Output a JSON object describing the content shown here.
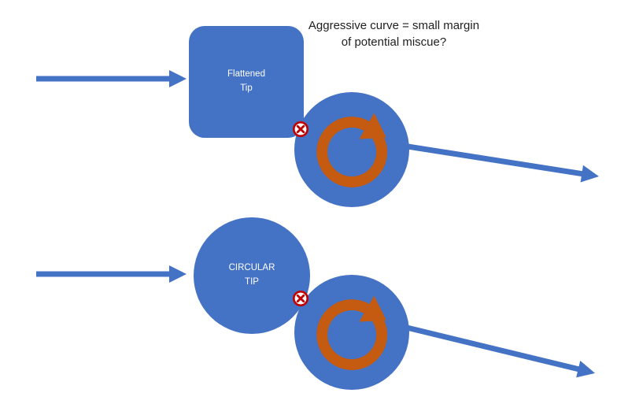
{
  "caption": {
    "line1": "Aggressive curve = small margin",
    "line2": "of potential miscue?"
  },
  "flattened_tip": {
    "line1": "Flattened",
    "line2": "Tip"
  },
  "circular_tip": {
    "line1": "CIRCULAR",
    "line2": "TIP"
  },
  "icons": {
    "rotation": "clockwise-rotation-arrow",
    "collision": "circled-x"
  },
  "colors": {
    "shape_blue": "#4472C4",
    "rotation_orange": "#C55A11",
    "collision_red": "#C00000",
    "label_white": "#FFFFFF",
    "caption_text": "#1F1F1F",
    "background": "#FFFFFF"
  }
}
